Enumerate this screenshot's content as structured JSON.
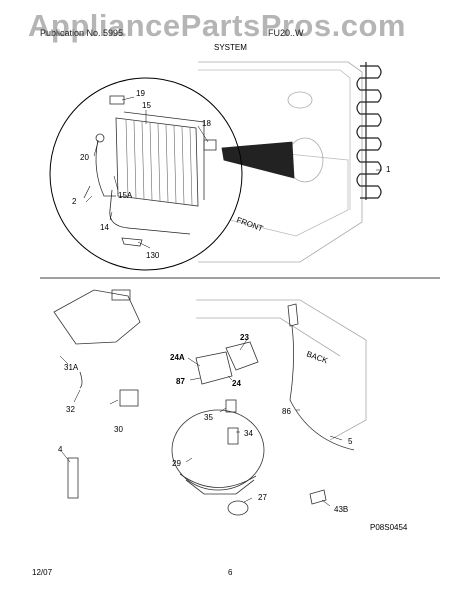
{
  "watermark": "AppliancePartsPros.com",
  "header": {
    "left": "Publication No. 5995",
    "right": "FU20..W",
    "section": "SYSTEM"
  },
  "parts": {
    "p1": "1",
    "p2": "2",
    "p4": "4",
    "p5": "5",
    "p14": "14",
    "p15": "15",
    "p15a": "15A",
    "p18": "18",
    "p19": "19",
    "p20": "20",
    "p23": "23",
    "p24": "24",
    "p24a": "24A",
    "p27": "27",
    "p29": "29",
    "p30": "30",
    "p31a": "31A",
    "p32": "32",
    "p34": "34",
    "p35": "35",
    "p43b": "43B",
    "p86": "86",
    "p87": "87",
    "p130": "130"
  },
  "labels": {
    "front": "FRONT",
    "back": "BACK"
  },
  "diagram_code": "P08S0454",
  "footer": {
    "date": "12/07",
    "page": "6"
  }
}
